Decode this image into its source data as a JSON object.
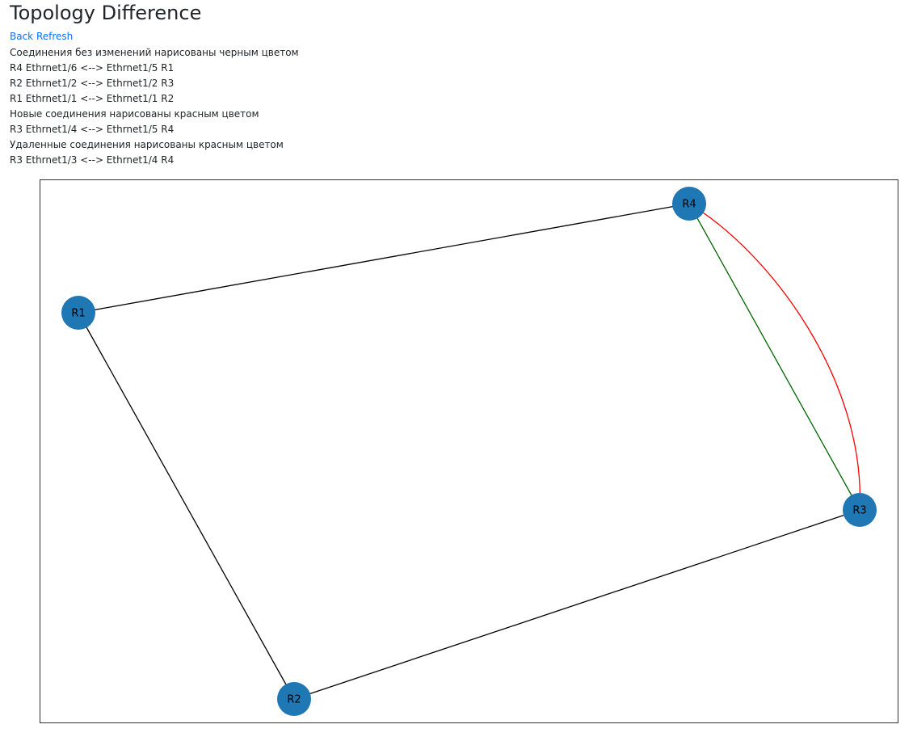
{
  "page": {
    "title": "Topology Difference"
  },
  "nav": {
    "back_label": "Back",
    "refresh_label": "Refresh"
  },
  "diff": {
    "unchanged_header": "Соединения без изменений нарисованы черным цветом",
    "unchanged": [
      "R4 Ethrnet1/6 <--> Ethrnet1/5 R1",
      "R2 Ethrnet1/2 <--> Ethrnet1/2 R3",
      "R1 Ethrnet1/1 <--> Ethrnet1/1 R2"
    ],
    "new_header": "Новые соединения нарисованы красным цветом",
    "new": [
      "R3 Ethrnet1/4 <--> Ethrnet1/5 R4"
    ],
    "removed_header": "Удаленные соединения нарисованы красным цветом",
    "removed": [
      "R3 Ethrnet1/3 <--> Ethrnet1/4 R4"
    ]
  },
  "graph": {
    "node_color": "#1f77b4",
    "edge_colors": {
      "unchanged": "#000000",
      "new": "#006400",
      "removed": "#ff0000"
    },
    "nodes": [
      "R1",
      "R2",
      "R3",
      "R4"
    ],
    "edges": [
      {
        "from": "R4",
        "to": "R1",
        "status": "unchanged"
      },
      {
        "from": "R2",
        "to": "R3",
        "status": "unchanged"
      },
      {
        "from": "R1",
        "to": "R2",
        "status": "unchanged"
      },
      {
        "from": "R3",
        "to": "R4",
        "status": "new"
      },
      {
        "from": "R3",
        "to": "R4",
        "status": "removed"
      }
    ]
  }
}
